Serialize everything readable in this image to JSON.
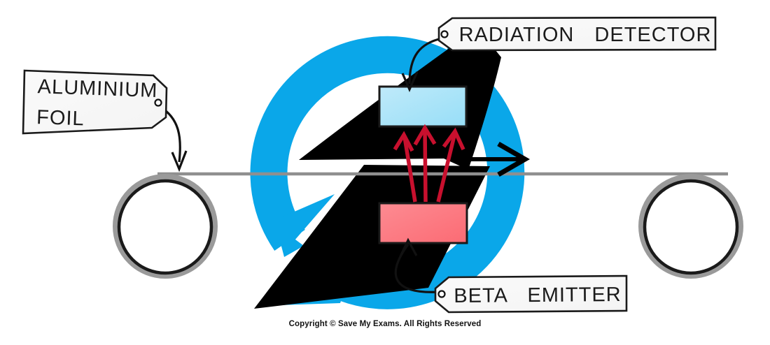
{
  "labels": {
    "radiation_detector": "RADIATION DETECTOR",
    "aluminium_line1": "ALUMINIUM",
    "aluminium_line2": "FOIL",
    "beta_emitter": "BETA EMITTER"
  },
  "footer": {
    "copyright": "Copyright © Save My Exams. All Rights Reserved"
  },
  "colors": {
    "brand_blue": "#0aa7e9",
    "bolt_black": "#000000",
    "detector_fill_light": "#bfeafa",
    "detector_fill": "#97def7",
    "emitter_fill_light": "#fd8b92",
    "emitter_fill": "#fb6b74",
    "beta_arrow_red": "#c8102e",
    "foil_gray": "#8f8f8f",
    "roller_ring_gray": "#9a9a9a",
    "roller_fill": "#ffffff",
    "tag_fill": "#f4f4f4",
    "outline": "#1a1a1a"
  }
}
